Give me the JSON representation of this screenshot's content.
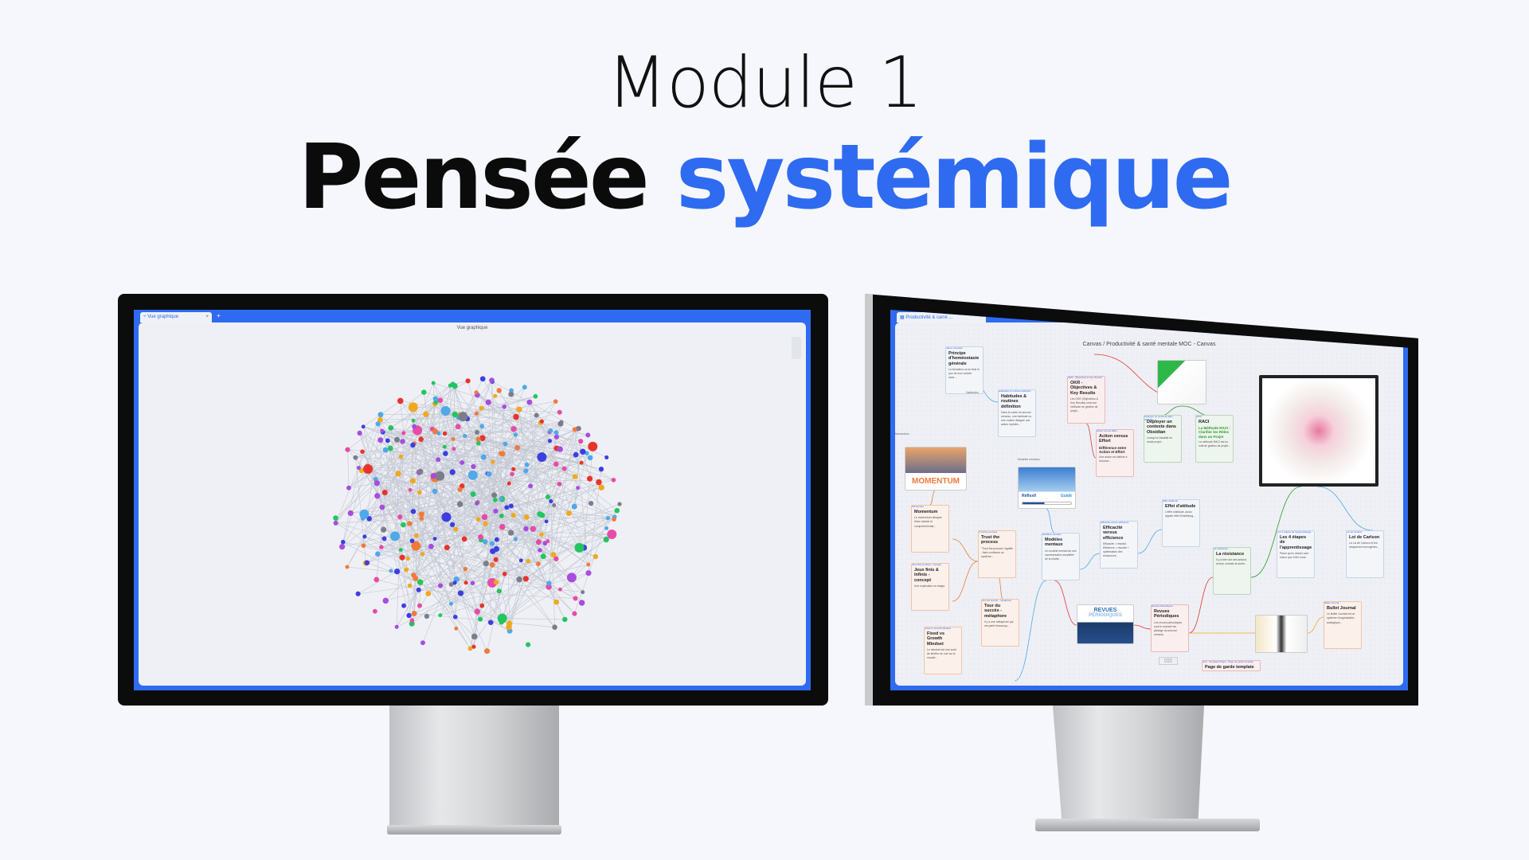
{
  "heading": {
    "line1": "Module 1",
    "line2_part1": "Pensée",
    "line2_part2": "systémique",
    "accent_color": "#2f6bf0"
  },
  "left_screen": {
    "tab_label": "Vue graphique",
    "tab_icon": "graph-icon",
    "view_title": "Vue graphique",
    "node_colors": [
      "#3d3ee0",
      "#4fa8e8",
      "#7b7e8a",
      "#f0a81e",
      "#e8332c",
      "#22c55e",
      "#a64de0",
      "#f07a3a",
      "#e84aa8"
    ],
    "edge_color": "#c3c7d2"
  },
  "right_screen": {
    "tab_label": "Productivité & carré ...",
    "breadcrumb": "Canvas / Productivité & santé mentale MOC - Canvas",
    "cards": [
      {
        "label": "Idées nouvelles",
        "title": "Principe d'homéostasie générale",
        "body": "La formation va se tenir le jour de mon arrivée sans...",
        "color": "blue"
      },
      {
        "label": "OKR - Objectives & Key Results",
        "title": "OKR - Objectives & Key Results",
        "body": "Les OKR (Objectives & Key Results) sont une méthode de gestion de projet...",
        "color": "red"
      },
      {
        "label": "Habitudes & routines définition",
        "title": "Habitudes & routines définition",
        "body": "Dans le cadre du second cerveau, une habitude ou une routine désigne une action répétée...",
        "color": "blue"
      },
      {
        "label": "Action versus Effort",
        "title": "Action versus Effort",
        "subtitle": "Différence entre Action et Effort",
        "body": "Une action est définie à l'avance...",
        "color": "red"
      },
      {
        "label": "Déployer un contexte dans Obsidian",
        "title": "Déployer un contexte dans Obsidian",
        "body": "Lorsqu'on travaille en mode projet...",
        "color": "green"
      },
      {
        "label": "RACI",
        "title": "RACI",
        "subtitle": "La Méthode RACI : Clarifier les Rôles dans un Projet",
        "body": "La méthode RACI est un outil de gestion de projet...",
        "color": "green"
      },
      {
        "label": "Momentum",
        "title": "Momentum",
        "body": "Le momentum désigne l'élan mental et comportemental...",
        "color": "orange"
      },
      {
        "label": "Trust the process",
        "title": "Trust the process",
        "body": "\"Trust the process\" signifie : faire confiance au système...",
        "color": "orange"
      },
      {
        "label": "Modèles mentaux",
        "title": "Modèles mentaux",
        "body": "Un modèle mental est une représentation simplifiée de la réalité...",
        "color": "blue"
      },
      {
        "label": "Efficacité versus efficience",
        "title": "Efficacité versus efficience",
        "body": "Efficacité = résultat. Efficience = résultat + optimisation des ressources.",
        "color": "blue"
      },
      {
        "label": "Effet d'attitude",
        "title": "Effet d'attitude",
        "body": "L'effet d'attitude, aussi appelé effet Einstellung...",
        "color": "blue"
      },
      {
        "label": "La résistance",
        "title": "La résistance",
        "body": "Il y a bien sûr des actions dont je connais la durée...",
        "color": "green"
      },
      {
        "label": "Jeux finis & infinis - concept",
        "title": "Jeux finis & infinis - concept",
        "body": "Une explication en image.",
        "color": "orange"
      },
      {
        "label": "Tour du succès - métaphore",
        "title": "Tour du succès - métaphore",
        "body": "Il y a une métaphore qui me parle beaucoup...",
        "color": "orange"
      },
      {
        "label": "Revues Périodiques",
        "title": "Revues Périodiques",
        "body": "Les revues périodiques sont le moment de pilotage du second cerveau.",
        "color": "red"
      },
      {
        "label": "Fixed vs Growth Mindset",
        "title": "Fixed vs Growth Mindset",
        "body": "Le mindset est une sorte de fenêtre de vue sur le monde...",
        "color": "orange"
      },
      {
        "label": "Les 4 étapes de l'apprentissage",
        "title": "Les 4 étapes de l'apprentissage",
        "body": "Parce qu'un dessin vaut mieux que 1000 mots :",
        "color": "blue"
      },
      {
        "label": "Loi de Carlson",
        "title": "Loi de Carlson",
        "body": "La Loi de Carlson et les séquences homogènes...",
        "color": "blue"
      },
      {
        "label": "Bullet Journal",
        "title": "Bullet Journal",
        "body": "Le Bullet Journal est un système d'organisation analogique...",
        "color": "orange"
      },
      {
        "label": "Hub - Template Plugin - Page de garde template",
        "title": "Page de garde template",
        "body": "",
        "color": "red"
      }
    ],
    "images": {
      "momentum": "MOMENTUM",
      "reflexif": "Réflexif",
      "guide": "Guidé",
      "revues1": "REVUES",
      "revues2": "PÉRIODIQUES"
    },
    "link_labels": {
      "habitudes": "Habitudes",
      "modeles": "Modèles mentaux",
      "momentum": "Momentum"
    }
  }
}
